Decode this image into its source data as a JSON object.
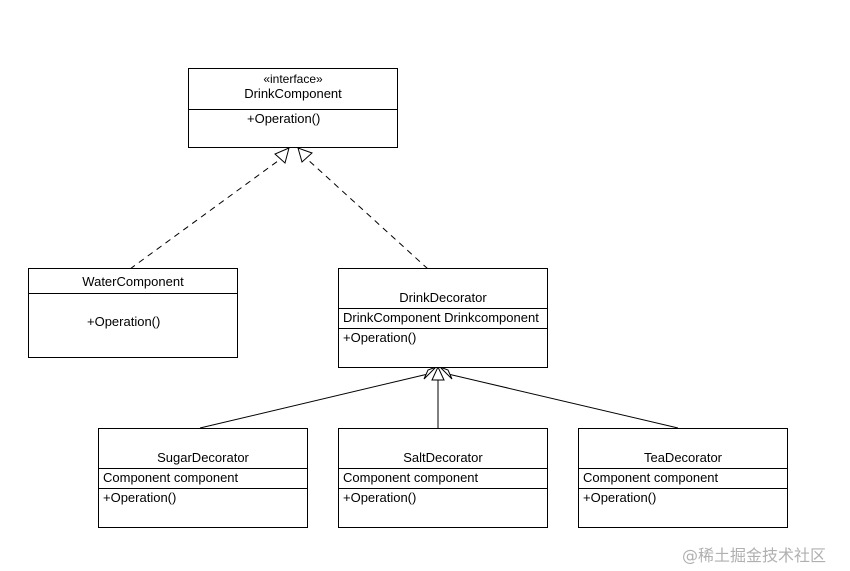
{
  "classes": {
    "drink_component": {
      "stereotype": "«interface»",
      "name": "DrinkComponent",
      "operations": [
        "+Operation()"
      ]
    },
    "water_component": {
      "name": "WaterComponent",
      "operations": [
        "+Operation()"
      ]
    },
    "drink_decorator": {
      "name": "DrinkDecorator",
      "attributes": [
        "DrinkComponent Drinkcomponent"
      ],
      "operations": [
        "+Operation()"
      ]
    },
    "sugar_decorator": {
      "name": "SugarDecorator",
      "attributes": [
        "Component component"
      ],
      "operations": [
        "+Operation()"
      ]
    },
    "salt_decorator": {
      "name": "SaltDecorator",
      "attributes": [
        "Component component"
      ],
      "operations": [
        "+Operation()"
      ]
    },
    "tea_decorator": {
      "name": "TeaDecorator",
      "attributes": [
        "Component component"
      ],
      "operations": [
        "+Operation()"
      ]
    }
  },
  "relationships": [
    {
      "from": "WaterComponent",
      "to": "DrinkComponent",
      "type": "realization"
    },
    {
      "from": "DrinkDecorator",
      "to": "DrinkComponent",
      "type": "realization"
    },
    {
      "from": "SugarDecorator",
      "to": "DrinkDecorator",
      "type": "generalization"
    },
    {
      "from": "SaltDecorator",
      "to": "DrinkDecorator",
      "type": "generalization"
    },
    {
      "from": "TeaDecorator",
      "to": "DrinkDecorator",
      "type": "generalization"
    }
  ],
  "watermark": "@稀土掘金技术社区"
}
